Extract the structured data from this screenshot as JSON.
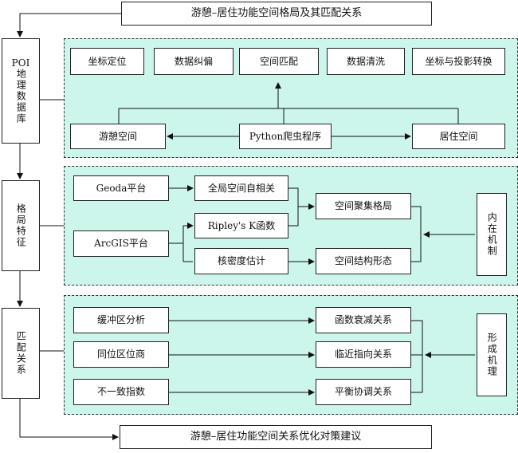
{
  "title": "游憩–居住功能空间格局及其匹配关系",
  "footer": "游憩–居住功能空间关系优化对策建议",
  "stages": {
    "poi_line1": "POI",
    "poi_line2": "地理数据库",
    "pattern": "格局特征",
    "match": "匹配关系"
  },
  "poi_panel": {
    "steps": [
      "坐标定位",
      "数据纠偏",
      "空间匹配",
      "数据清洗",
      "坐标与投影转换"
    ],
    "left": "游憩空间",
    "center": "Python爬虫程序",
    "right": "居住空间"
  },
  "pattern_panel": {
    "geoda": "Geoda平台",
    "arcgis": "ArcGIS平台",
    "global_autocorr": "全局空间自相关",
    "ripley": "Ripley's K函数",
    "kde": "核密度估计",
    "cluster": "空间聚集格局",
    "structure": "空间结构形态",
    "mechanism": "内在机制"
  },
  "match_panel": {
    "buffer": "缓冲区分析",
    "colocation": "同位区位商",
    "inconsistency": "不一致指数",
    "decay": "函数衰减关系",
    "proximity": "临近指向关系",
    "balance": "平衡协调关系",
    "formation": "形成机理"
  }
}
